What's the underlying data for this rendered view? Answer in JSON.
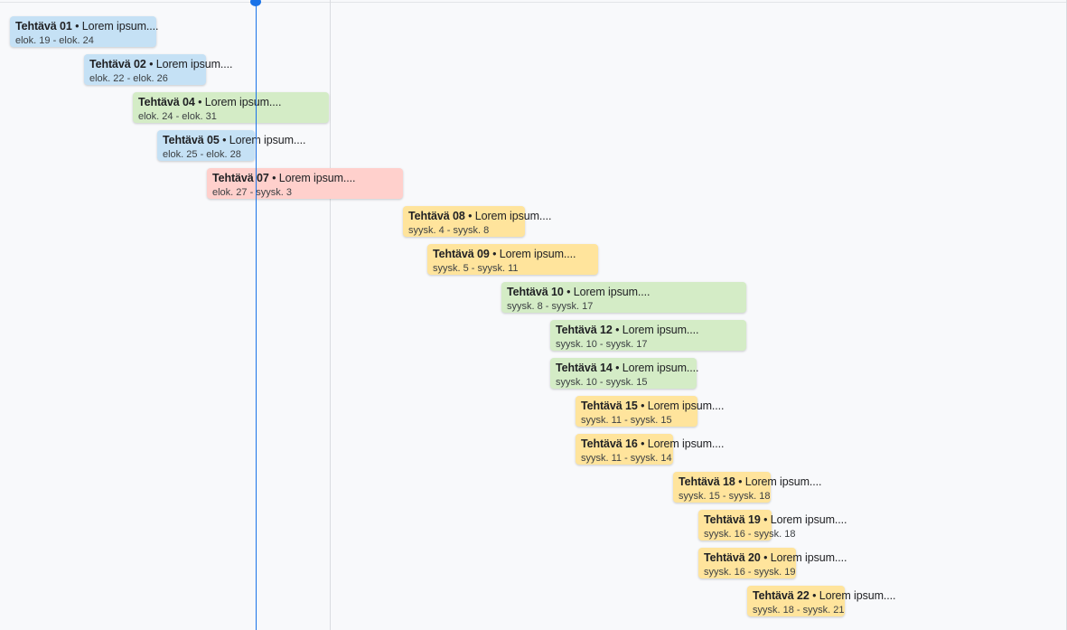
{
  "timeline": {
    "separator": " • ",
    "tasks": [
      {
        "name": "Tehtävä 01",
        "description": "Lorem ipsum....",
        "dates": "elok. 19 - elok. 24",
        "status": "blue"
      },
      {
        "name": "Tehtävä 02",
        "description": "Lorem ipsum....",
        "dates": "elok. 22 - elok. 26",
        "status": "blue"
      },
      {
        "name": "Tehtävä 04",
        "description": "Lorem ipsum....",
        "dates": "elok. 24 - elok. 31",
        "status": "green"
      },
      {
        "name": "Tehtävä 05",
        "description": "Lorem ipsum....",
        "dates": "elok. 25 - elok. 28",
        "status": "blue"
      },
      {
        "name": "Tehtävä 07",
        "description": "Lorem ipsum....",
        "dates": "elok. 27 - syysk. 3",
        "status": "red"
      },
      {
        "name": "Tehtävä 08",
        "description": "Lorem ipsum....",
        "dates": "syysk. 4 - syysk. 8",
        "status": "yellow"
      },
      {
        "name": "Tehtävä 09",
        "description": "Lorem ipsum....",
        "dates": "syysk. 5 - syysk. 11",
        "status": "yellow"
      },
      {
        "name": "Tehtävä 10",
        "description": "Lorem ipsum....",
        "dates": "syysk. 8 - syysk. 17",
        "status": "green"
      },
      {
        "name": "Tehtävä 12",
        "description": "Lorem ipsum....",
        "dates": "syysk. 10 - syysk. 17",
        "status": "green"
      },
      {
        "name": "Tehtävä 14",
        "description": "Lorem ipsum....",
        "dates": "syysk. 10 - syysk. 15",
        "status": "green"
      },
      {
        "name": "Tehtävä 15",
        "description": "Lorem ipsum....",
        "dates": "syysk. 11 - syysk. 15",
        "status": "yellow"
      },
      {
        "name": "Tehtävä 16",
        "description": "Lorem ipsum....",
        "dates": "syysk. 11 - syysk. 14",
        "status": "yellow"
      },
      {
        "name": "Tehtävä 18",
        "description": "Lorem ipsum....",
        "dates": "syysk. 15 - syysk. 18",
        "status": "yellow"
      },
      {
        "name": "Tehtävä 19",
        "description": "Lorem ipsum....",
        "dates": "syysk. 16 - syysk. 18",
        "status": "yellow"
      },
      {
        "name": "Tehtävä 20",
        "description": "Lorem ipsum....",
        "dates": "syysk. 16 - syysk. 19",
        "status": "yellow"
      },
      {
        "name": "Tehtävä 22",
        "description": "Lorem ipsum....",
        "dates": "syysk. 18 - syysk. 21",
        "status": "yellow"
      }
    ]
  },
  "colors": {
    "blue": "#c5e1f5",
    "green": "#d4ecc6",
    "red": "#ffd0cc",
    "yellow": "#ffe49c",
    "today_line": "#1a73e8"
  }
}
